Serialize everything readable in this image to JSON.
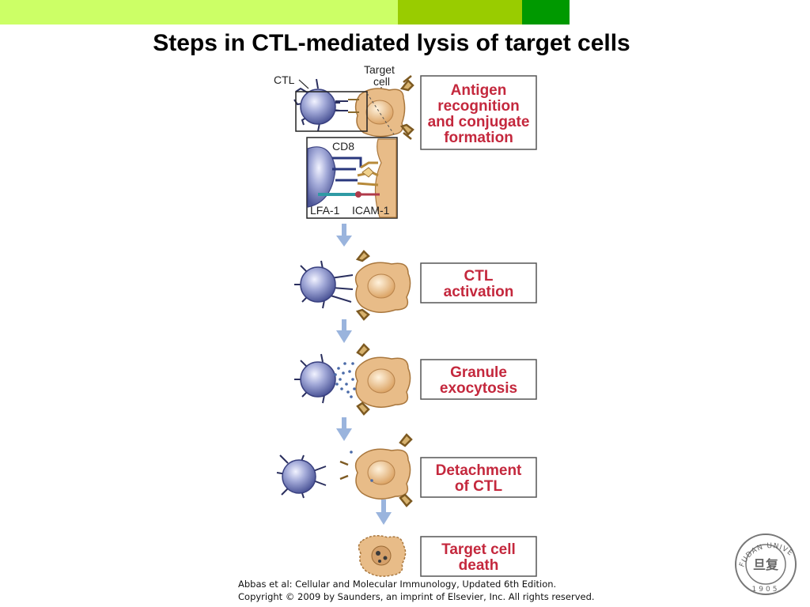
{
  "slide": {
    "title": "Steps in CTL-mediated lysis of target cells",
    "bar_colors": [
      "#ccff66",
      "#99cc00",
      "#009900"
    ]
  },
  "diagram": {
    "labels": {
      "ctl": "CTL",
      "target_line1": "Target",
      "target_line2": "cell",
      "cd8": "CD8",
      "lfa1": "LFA-1",
      "icam1": "ICAM-1"
    },
    "steps": [
      {
        "line1": "Antigen",
        "line2": "recognition",
        "line3": "and conjugate",
        "line4": "formation"
      },
      {
        "line1": "CTL",
        "line2": "activation"
      },
      {
        "line1": "Granule",
        "line2": "exocytosis"
      },
      {
        "line1": "Detachment",
        "line2": "of CTL"
      },
      {
        "line1": "Target cell",
        "line2": "death"
      }
    ],
    "colors": {
      "label_red": "#c4283d",
      "ctl_blue": "#7d86c4",
      "target_tan": "#e8bc88",
      "arrow_blue": "#9ab4dd"
    }
  },
  "credit": {
    "line1": "Abbas et al: Cellular and Molecular Immunology, Updated 6th Edition.",
    "line2": "Copyright © 2009 by Saunders, an imprint of Elsevier, Inc. All rights reserved."
  },
  "logo": {
    "text_top": "FUDAN UNIVERSITY",
    "year": "1905",
    "glyph": "旦复"
  }
}
